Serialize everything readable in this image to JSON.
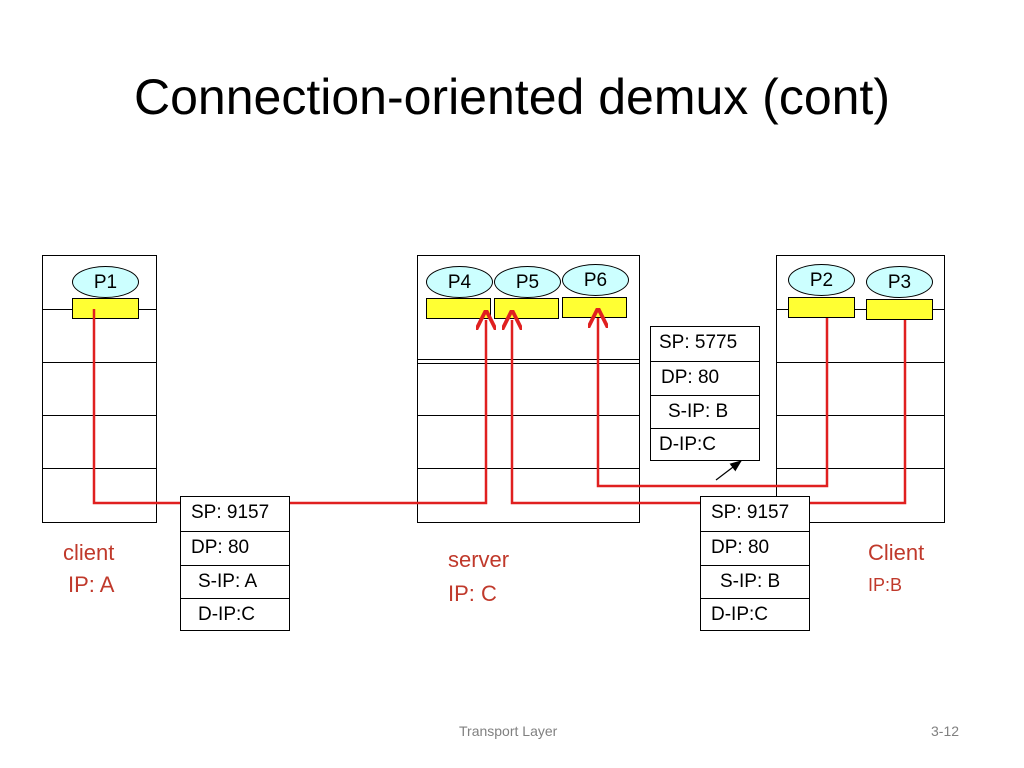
{
  "title": "Connection-oriented demux (cont)",
  "processes": {
    "p1": "P1",
    "p2": "P2",
    "p3": "P3",
    "p4": "P4",
    "p5": "P5",
    "p6": "P6"
  },
  "segments": {
    "client_a": {
      "sp": "SP: 9157",
      "dp": "DP: 80",
      "sip": "S-IP: A",
      "dip": "D-IP:C"
    },
    "client_b_top": {
      "sp": "SP: 5775",
      "dp": "DP: 80",
      "sip": "S-IP: B",
      "dip": "D-IP:C"
    },
    "client_b_bottom": {
      "sp": "SP: 9157",
      "dp": "DP: 80",
      "sip": "S-IP: B",
      "dip": "D-IP:C"
    }
  },
  "hosts": {
    "client_a": {
      "name": "client",
      "ip": "IP: A"
    },
    "server": {
      "name": "server",
      "ip": "IP: C"
    },
    "client_b": {
      "name": "Client",
      "ip": "IP:B"
    }
  },
  "footer": {
    "left": "Transport Layer",
    "right": "3-12"
  },
  "colors": {
    "wire": "#e02020",
    "socket": "#ffff33",
    "process": "#ccffff",
    "host_label": "#c0392b"
  }
}
